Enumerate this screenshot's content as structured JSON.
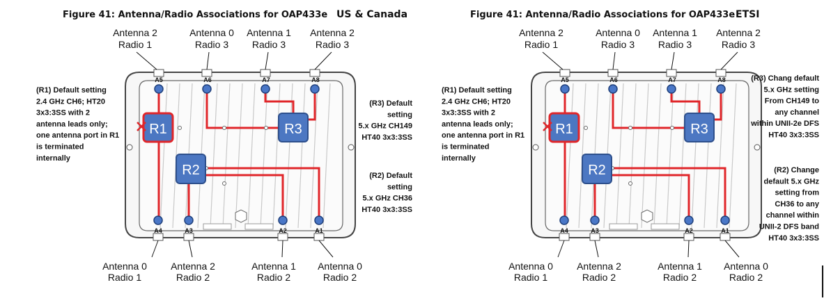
{
  "panels": [
    {
      "title": "Figure 41: Antenna/Radio Associations for OAP433e",
      "region": "US & Canada",
      "top_antennas": [
        {
          "l1": "Antenna 2",
          "l2": "Radio 1"
        },
        {
          "l1": "Antenna 0",
          "l2": "Radio 3"
        },
        {
          "l1": "Antenna 1",
          "l2": "Radio 3"
        },
        {
          "l1": "Antenna 2",
          "l2": "Radio 3"
        }
      ],
      "bottom_antennas": [
        {
          "l1": "Antenna 0",
          "l2": "Radio 1"
        },
        {
          "l1": "Antenna 2",
          "l2": "Radio 2"
        },
        {
          "l1": "Antenna 1",
          "l2": "Radio 2"
        },
        {
          "l1": "Antenna 0",
          "l2": "Radio 2"
        }
      ],
      "ports_top": [
        "A5",
        "A6",
        "A7",
        "A8"
      ],
      "ports_bottom": [
        "A4",
        "A3",
        "A2",
        "A1"
      ],
      "radios": [
        "R1",
        "R2",
        "R3"
      ],
      "note_r1": [
        "(R1) Default setting",
        "2.4 GHz CH6; HT20",
        "3x3:3SS with 2",
        "antenna leads only;",
        "one antenna port in R1",
        "is terminated",
        "internally"
      ],
      "note_r3": [
        "(R3) Default",
        "setting",
        "5.x GHz CH149",
        "HT40 3x3:3SS"
      ],
      "note_r2": [
        "(R2) Default",
        "setting",
        "5.x GHz CH36",
        "HT40 3x3:3SS"
      ]
    },
    {
      "title": "Figure 41: Antenna/Radio Associations for OAP433e",
      "region": "ETSI",
      "top_antennas": [
        {
          "l1": "Antenna 2",
          "l2": "Radio 1"
        },
        {
          "l1": "Antenna 0",
          "l2": "Radio 3"
        },
        {
          "l1": "Antenna 1",
          "l2": "Radio 3"
        },
        {
          "l1": "Antenna 2",
          "l2": "Radio 3"
        }
      ],
      "bottom_antennas": [
        {
          "l1": "Antenna 0",
          "l2": "Radio 1"
        },
        {
          "l1": "Antenna 2",
          "l2": "Radio 2"
        },
        {
          "l1": "Antenna 1",
          "l2": "Radio 2"
        },
        {
          "l1": "Antenna 0",
          "l2": "Radio 2"
        }
      ],
      "ports_top": [
        "A5",
        "A6",
        "A7",
        "A8"
      ],
      "ports_bottom": [
        "A4",
        "A3",
        "A2",
        "A1"
      ],
      "radios": [
        "R1",
        "R2",
        "R3"
      ],
      "note_r1": [
        "(R1) Default setting",
        "2.4 GHz CH6; HT20",
        "3x3:3SS with 2",
        "antenna leads only;",
        "one antenna port in R1",
        "is terminated",
        "internally"
      ],
      "note_r3": [
        "(R3) Chang default",
        "5.x GHz setting",
        "From  CH149 to",
        "any channel",
        "within UNII-2e DFS",
        "HT40 3x3:3SS"
      ],
      "note_r2": [
        "(R2) Change",
        "default 5.x GHz",
        "setting from",
        "CH36 to any",
        "channel within",
        "UNII-2 DFS band",
        "HT40 3x3:3SS"
      ]
    }
  ],
  "colors": {
    "wire": "#e0262a",
    "radio_fill": "#4c77c2",
    "port_fill": "#4a77c7",
    "chassis_stroke": "#444444"
  }
}
